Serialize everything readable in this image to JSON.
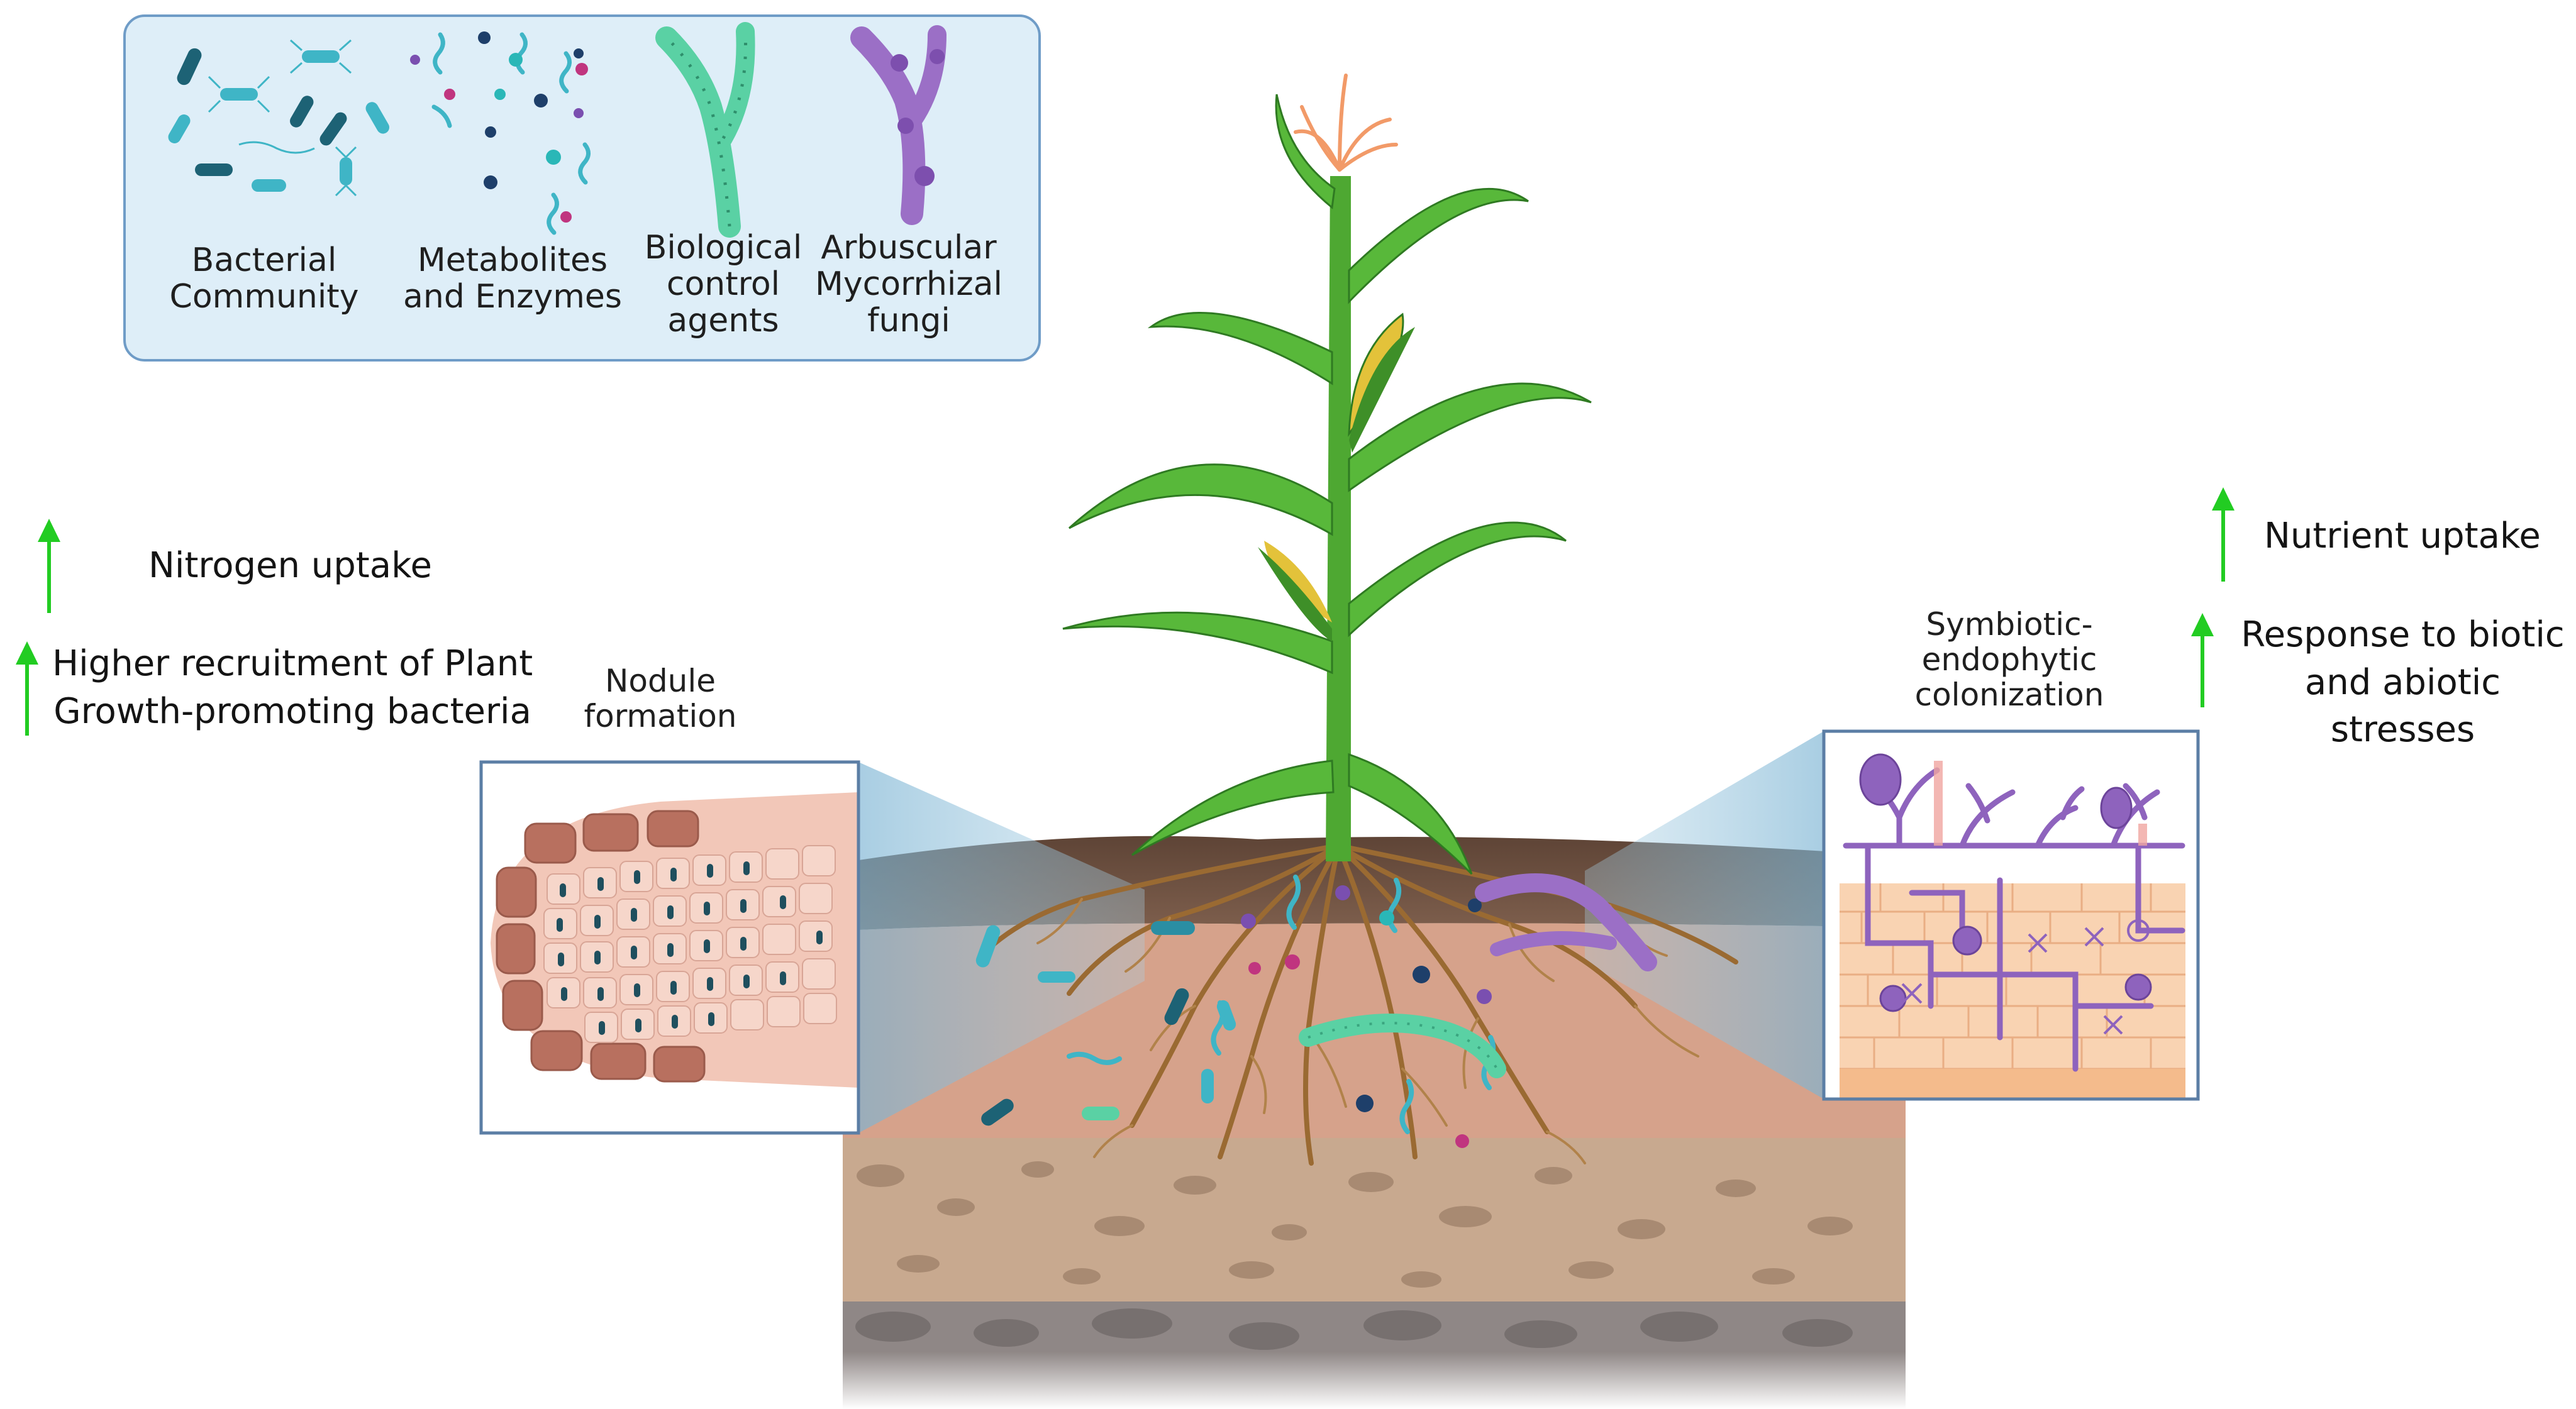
{
  "legend": {
    "items": [
      {
        "label": "Bacterial\nCommunity"
      },
      {
        "label": "Metabolites\nand Enzymes"
      },
      {
        "label": "Biological\ncontrol\nagents"
      },
      {
        "label": "Arbuscular\nMycorrhizal\nfungi"
      }
    ]
  },
  "zoom_left": {
    "title": "Nodule\nformation"
  },
  "zoom_right": {
    "title": "Symbiotic-\nendophytic\ncolonization"
  },
  "effects_left": [
    {
      "text": "Nitrogen uptake"
    },
    {
      "text": "Higher recruitment of Plant\nGrowth-promoting bacteria"
    }
  ],
  "effects_right": [
    {
      "text": "Nutrient uptake"
    },
    {
      "text": "Response to biotic\nand abiotic stresses"
    }
  ],
  "colors": {
    "arrow": "#22cc22",
    "legend_bg": "#deeef8",
    "box_border": "#5b7ea5",
    "bacteria": "#3fb5c6",
    "bacteria_dark": "#1d6275",
    "bio_control": "#5ad1a4",
    "fungi": "#9b6fc6",
    "metabolite_pink": "#c0357f",
    "plant": "#4ea832",
    "root": "#9a6a32",
    "soil_top": "#6b4e3e",
    "soil_mid": "#d4a089",
    "soil_low": "#c6a88f",
    "soil_base": "#8e8684"
  }
}
